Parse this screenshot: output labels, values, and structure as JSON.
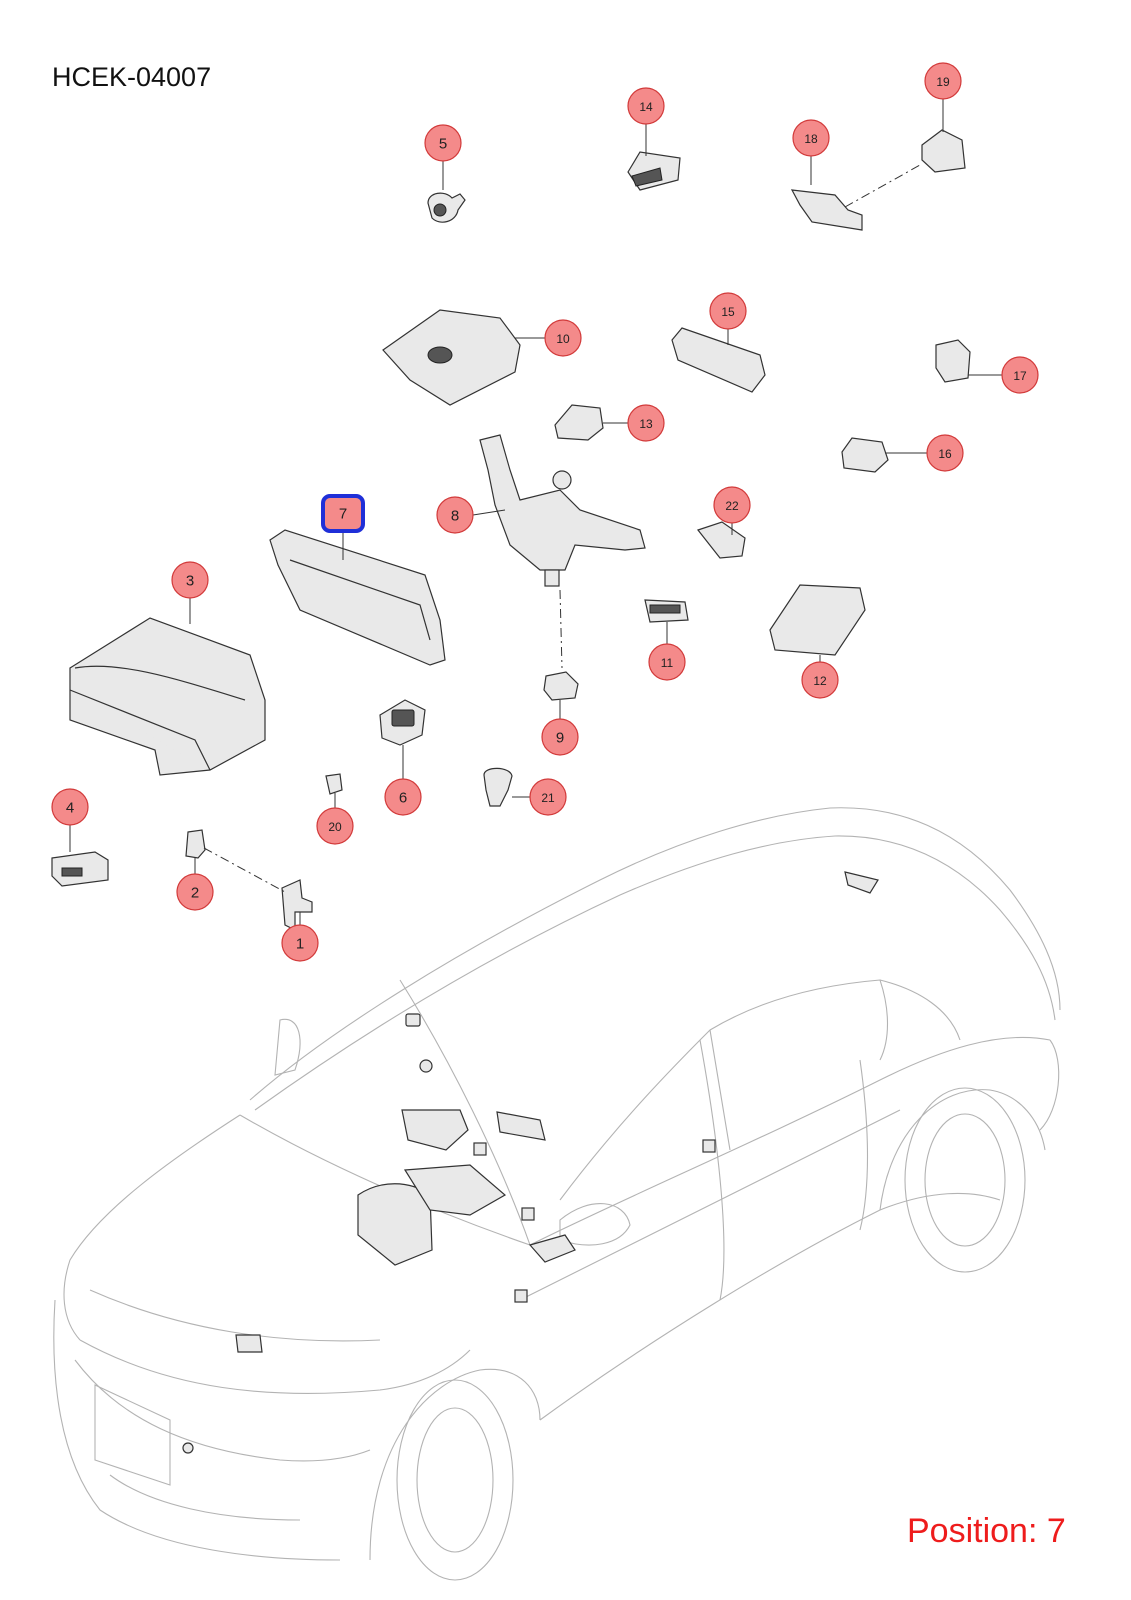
{
  "diagram_code": "HCEK-04007",
  "position_label": "Position: 7",
  "selected_position": "7",
  "colors": {
    "marker_fill": "#f48a8a",
    "marker_stroke": "#d23a3a",
    "highlight_stroke": "#1f2fd8",
    "position_text": "#ee1c1c"
  },
  "markers": [
    {
      "label": "1"
    },
    {
      "label": "2"
    },
    {
      "label": "3"
    },
    {
      "label": "4"
    },
    {
      "label": "5"
    },
    {
      "label": "6"
    },
    {
      "label": "7"
    },
    {
      "label": "8"
    },
    {
      "label": "9"
    },
    {
      "label": "10"
    },
    {
      "label": "11"
    },
    {
      "label": "12"
    },
    {
      "label": "13"
    },
    {
      "label": "14"
    },
    {
      "label": "15"
    },
    {
      "label": "16"
    },
    {
      "label": "17"
    },
    {
      "label": "18"
    },
    {
      "label": "19"
    },
    {
      "label": "20"
    },
    {
      "label": "21"
    },
    {
      "label": "22"
    }
  ]
}
